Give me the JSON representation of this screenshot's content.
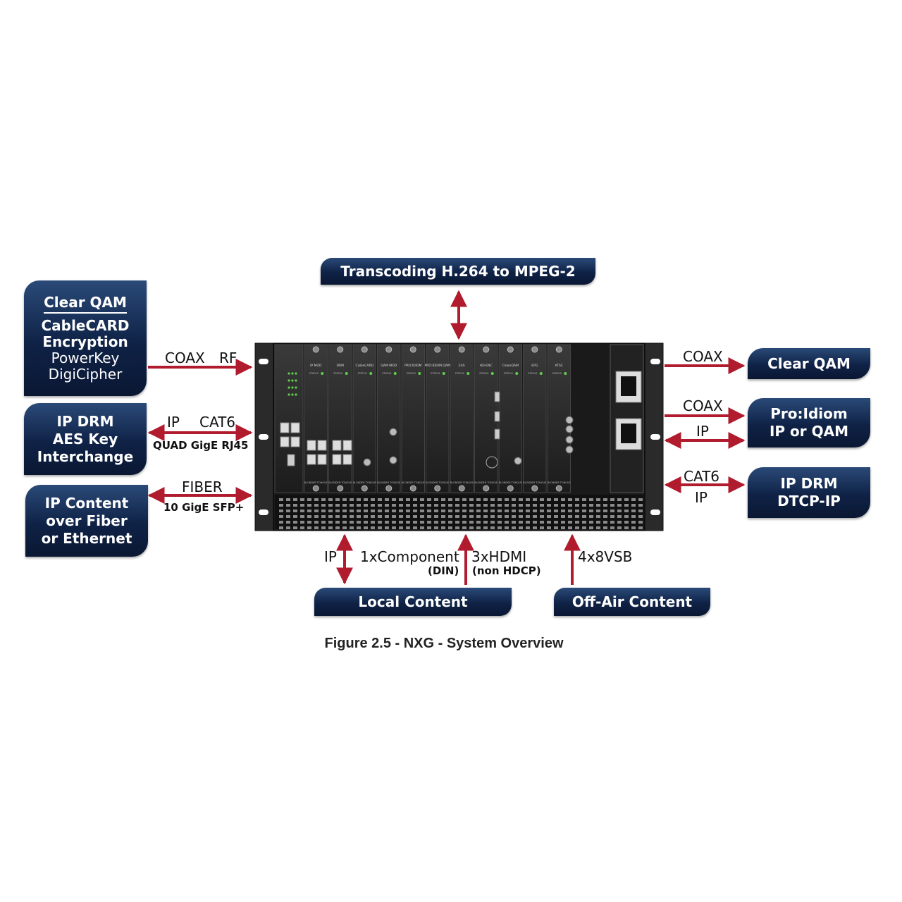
{
  "top_box": {
    "title": "Transcoding H.264 to MPEG-2"
  },
  "left_boxes": [
    {
      "title": "Clear QAM",
      "lines_bold": [
        "CableCARD",
        "Encryption"
      ],
      "lines_plain": [
        "PowerKey",
        "DigiCipher"
      ]
    },
    {
      "lines_bold": [
        "IP DRM",
        "AES Key",
        "Interchange"
      ]
    },
    {
      "lines_bold": [
        "IP Content",
        "over Fiber",
        "or Ethernet"
      ]
    }
  ],
  "right_boxes": [
    {
      "lines_bold": [
        "Clear QAM"
      ]
    },
    {
      "lines_bold": [
        "Pro:Idiom",
        "IP or QAM"
      ]
    },
    {
      "lines_bold": [
        "IP DRM",
        "DTCP-IP"
      ]
    }
  ],
  "bottom_boxes": [
    {
      "title": "Local Content"
    },
    {
      "title": "Off-Air Content"
    }
  ],
  "connection_labels": {
    "left1": {
      "a": "COAX",
      "b": "RF"
    },
    "left2": {
      "a": "IP",
      "b": "CAT6",
      "sub": "QUAD GigE RJ45"
    },
    "left3": {
      "a": "FIBER",
      "sub": "10 GigE SFP+"
    },
    "right1": {
      "a": "COAX"
    },
    "right2": {
      "a": "COAX",
      "b": "IP"
    },
    "right3": {
      "a": "CAT6",
      "b": "IP"
    },
    "bottom1": {
      "a": "IP"
    },
    "bottom2": {
      "a": "1xComponent",
      "sub": "(DIN)"
    },
    "bottom3": {
      "a": "3xHDMI",
      "sub": "(non HDCP)"
    },
    "bottom4": {
      "a": "4x8VSB"
    }
  },
  "chassis": {
    "card_labels": [
      "IP MOD",
      "DRM",
      "CableCARD",
      "QAM MOD",
      "PRO:IDIOM",
      "PRO:IDIOM QAM",
      "EAS",
      "HD-ENC",
      "CleanQAM",
      "EPG",
      "ATSC"
    ],
    "footer_label": "BLONDER TONGUE",
    "status_label": "STATUS"
  },
  "caption": "Figure 2.5 - NXG - System Overview",
  "colors": {
    "arrow": "#b01c2e",
    "box_dark": "#0f2246",
    "chassis": "#1a1a1a"
  }
}
